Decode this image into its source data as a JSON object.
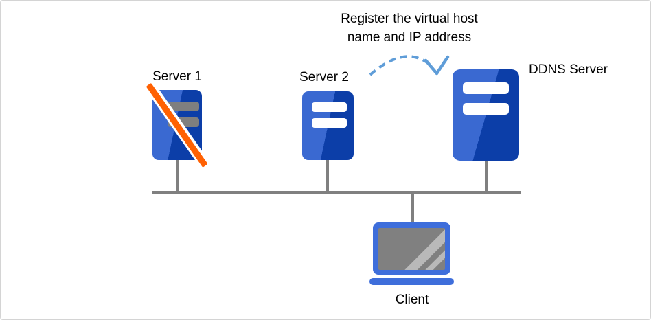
{
  "diagram": {
    "title": "Register the virtual host\nname and IP address",
    "nodes": [
      {
        "id": "server1",
        "label": "Server 1",
        "type": "server",
        "status": "offline"
      },
      {
        "id": "server2",
        "label": "Server 2",
        "type": "server",
        "status": "online"
      },
      {
        "id": "ddns-server",
        "label": "DDNS Server",
        "type": "server",
        "status": "online"
      },
      {
        "id": "client",
        "label": "Client",
        "type": "laptop"
      }
    ],
    "arrow": {
      "from": "server2",
      "to": "ddns-server",
      "style": "dashed-arc"
    },
    "colors": {
      "server_blue_light": "#3A69D1",
      "server_blue_dark": "#0C3EA8",
      "offline_cross_orange": "#FF6103",
      "arrow_blue": "#5F9DD8",
      "network_line_gray": "#808080",
      "laptop_blue": "#3E6EDB",
      "screen_gray": "#808080",
      "disabled_bar_gray": "#7F7F7F"
    }
  }
}
